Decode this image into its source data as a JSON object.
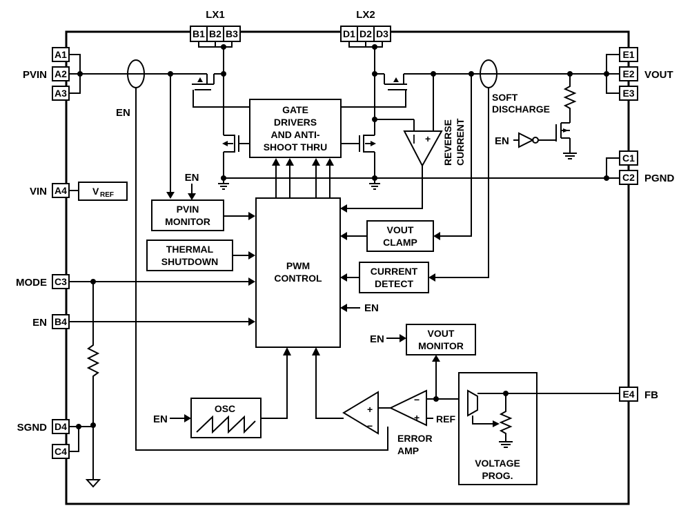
{
  "pins": {
    "a1": "A1",
    "a2": "A2",
    "a3": "A3",
    "a4": "A4",
    "b1": "B1",
    "b2": "B2",
    "b3": "B3",
    "b4": "B4",
    "c1": "C1",
    "c2": "C2",
    "c3": "C3",
    "c4": "C4",
    "d1": "D1",
    "d2": "D2",
    "d3": "D3",
    "d4": "D4",
    "e1": "E1",
    "e2": "E2",
    "e3": "E3",
    "e4": "E4"
  },
  "signals": {
    "lx1": "LX1",
    "lx2": "LX2",
    "pvin": "PVIN",
    "vout": "VOUT",
    "vin": "VIN",
    "pgnd": "PGND",
    "mode": "MODE",
    "en": "EN",
    "sgnd": "SGND",
    "fb": "FB"
  },
  "blocks": {
    "gate_drivers": [
      "GATE",
      "DRIVERS",
      "AND ANTI-",
      "SHOOT THRU"
    ],
    "vref_main": "V",
    "vref_sub": "REF",
    "pvin_monitor": [
      "PVIN",
      "MONITOR"
    ],
    "thermal_shutdown": [
      "THERMAL",
      "SHUTDOWN"
    ],
    "pwm_control": [
      "PWM",
      "CONTROL"
    ],
    "vout_clamp": [
      "VOUT",
      "CLAMP"
    ],
    "current_detect": [
      "CURRENT",
      "DETECT"
    ],
    "vout_monitor": [
      "VOUT",
      "MONITOR"
    ],
    "osc": "OSC",
    "voltage_prog": [
      "VOLTAGE",
      "PROG."
    ]
  },
  "labels": {
    "soft_discharge": [
      "SOFT",
      "DISCHARGE"
    ],
    "reverse_current": [
      "REVERSE",
      "CURRENT"
    ],
    "error_amp": [
      "ERROR",
      "AMP"
    ],
    "ref": "REF",
    "en": "EN",
    "minus": "−",
    "plus": "+",
    "pipe": "|"
  }
}
